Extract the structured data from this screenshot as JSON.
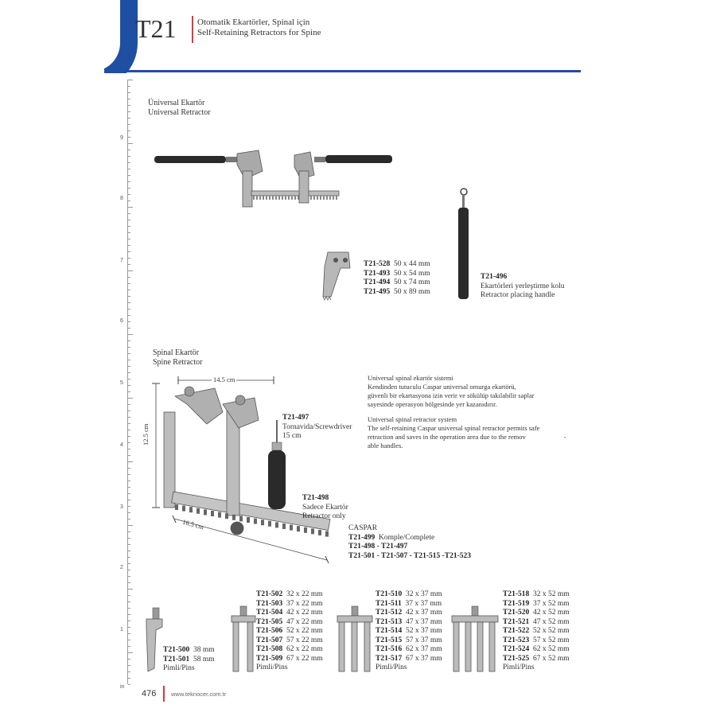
{
  "header": {
    "code": "T21",
    "line1": "Otomatik Ekartörler, Spinal için",
    "line2": "Self-Retaining Retractors for Spine"
  },
  "ruler": {
    "numbers": [
      "9",
      "8",
      "7",
      "6",
      "5",
      "4",
      "3",
      "2",
      "1",
      "in"
    ]
  },
  "section1": {
    "title_tr": "Üniversal Ekartör",
    "title_en": "Universal Retractor"
  },
  "blades": {
    "items": [
      {
        "code": "T21-528",
        "size": "50 x 44 mm"
      },
      {
        "code": "T21-493",
        "size": "50 x 54 mm"
      },
      {
        "code": "T21-494",
        "size": "50 x 74 mm"
      },
      {
        "code": "T21-495",
        "size": "50 x 89 mm"
      }
    ]
  },
  "handle": {
    "code": "T21-496",
    "desc_tr": "Ekartörleri yerleştirme kolu",
    "desc_en": "Retractor placing handle"
  },
  "section2": {
    "title_tr": "Spinal Ekartör",
    "title_en": "Spine Retractor",
    "dim_width": "14.5 cm",
    "dim_height": "12.5 cm",
    "dim_rack": "16.5 cm"
  },
  "screwdriver": {
    "code": "T21-497",
    "desc": "Tornavida/Screwdriver",
    "length": "15 cm"
  },
  "retractor_only": {
    "code": "T21-498",
    "desc_tr": "Sadece Ekartör",
    "desc_en": "Retractor only"
  },
  "description": {
    "tr_title": "Universal spinal ekartör sistemi",
    "tr_l1": "Kendinden tutuculu Caspar universal omurga ekartörü,",
    "tr_l2": "güvenli bir ekartasyona izin verir ve sökülüp takılabilir saplar",
    "tr_l3": "sayesinde operasyon bölgesinde yer kazanıdırır.",
    "en_title": "Universal spinal retractor system",
    "en_l1": "The self-retaining Caspar universal spinal retractor permits safe",
    "en_l2": "retraction and saves in the operation area due to the remov",
    "en_l2b": "-",
    "en_l3": "able handles."
  },
  "caspar": {
    "title": "CASPAR",
    "complete_code": "T21-499",
    "complete_label": "Komple/Complete",
    "line2": "T21-498 - T21-497",
    "line3": "T21-501 - T21-507 - T21-515 -T21-523"
  },
  "pins": {
    "single": [
      {
        "code": "T21-500",
        "size": "38 mm"
      },
      {
        "code": "T21-501",
        "size": "58 mm"
      }
    ],
    "single_label": "Pimli/Pins",
    "two": [
      {
        "code": "T21-502",
        "size": "32 x 22 mm"
      },
      {
        "code": "T21-503",
        "size": "37 x 22 mm"
      },
      {
        "code": "T21-504",
        "size": "42 x 22 mm"
      },
      {
        "code": "T21-505",
        "size": "47 x 22 mm"
      },
      {
        "code": "T21-506",
        "size": "52 x 22 mm"
      },
      {
        "code": "T21-507",
        "size": "57 x 22 mm"
      },
      {
        "code": "T21-508",
        "size": "62 x 22 mm"
      },
      {
        "code": "T21-509",
        "size": "67 x 22 mm"
      }
    ],
    "two_label": "Pimli/Pins",
    "three": [
      {
        "code": "T21-510",
        "size": "32 x 37 mm"
      },
      {
        "code": "T21-511",
        "size": "37 x 37 mm"
      },
      {
        "code": "T21-512",
        "size": "42 x 37 mm"
      },
      {
        "code": "T21-513",
        "size": "47 x 37 mm"
      },
      {
        "code": "T21-514",
        "size": "52 x 37 mm"
      },
      {
        "code": "T21-515",
        "size": "57 x 37 mm"
      },
      {
        "code": "T21-516",
        "size": "62 x 37 mm"
      },
      {
        "code": "T21-517",
        "size": "67 x 37 mm"
      }
    ],
    "three_label": "Pimli/Pins",
    "four": [
      {
        "code": "T21-518",
        "size": "32 x 52 mm"
      },
      {
        "code": "T21-519",
        "size": "37 x 52 mm"
      },
      {
        "code": "T21-520",
        "size": "42 x 52 mm"
      },
      {
        "code": "T21-521",
        "size": "47 x 52 mm"
      },
      {
        "code": "T21-522",
        "size": "52 x 52 mm"
      },
      {
        "code": "T21-523",
        "size": "57 x 52 mm"
      },
      {
        "code": "T21-524",
        "size": "62 x 52 mm"
      },
      {
        "code": "T21-525",
        "size": "67 x 52 mm"
      }
    ],
    "four_label": "Pimli/Pins"
  },
  "footer": {
    "page": "476",
    "url": "www.teknocer.com.tr"
  },
  "colors": {
    "brand_blue": "#1e4fa3",
    "accent_red": "#d83a3a"
  }
}
